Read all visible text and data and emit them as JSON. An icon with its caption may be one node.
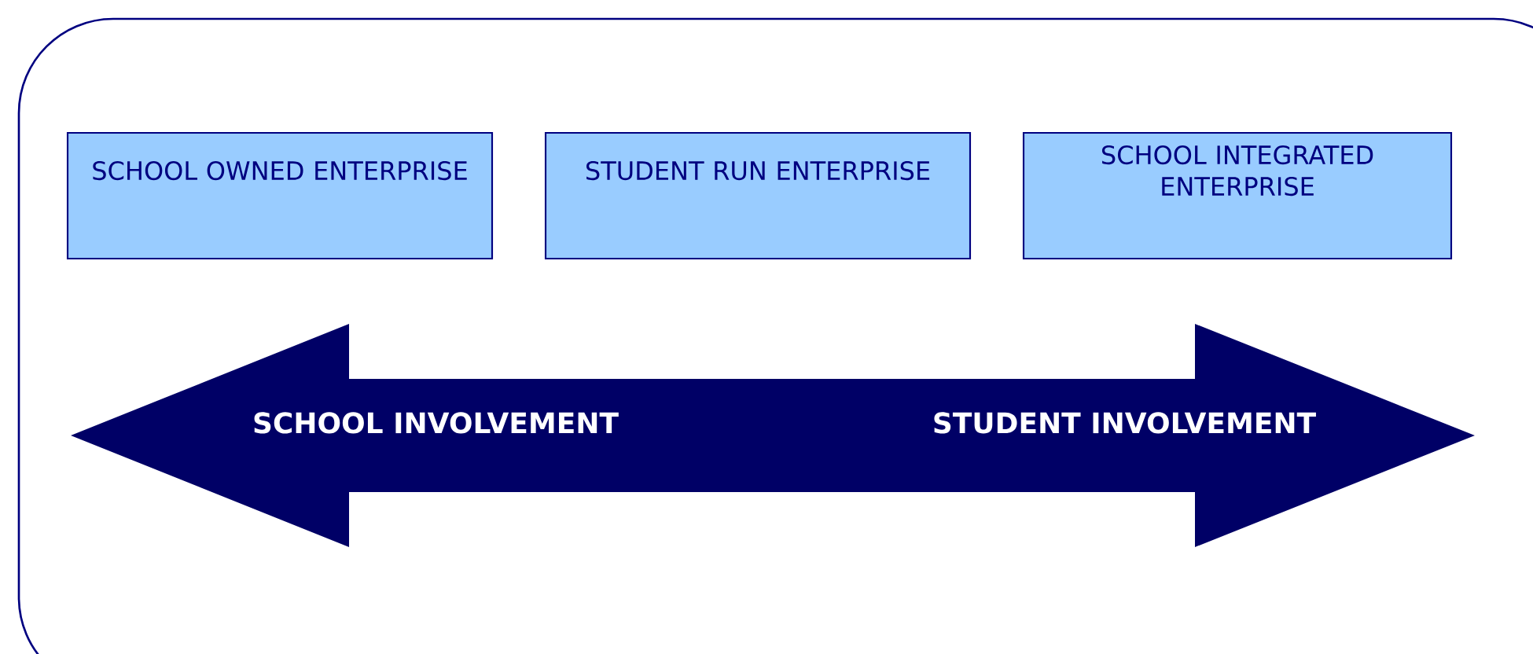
{
  "diagram": {
    "nodes": [
      {
        "text": [
          "SCHOOL OWNED ENTERPRISE"
        ]
      },
      {
        "text": [
          "STUDENT RUN ENTERPRISE"
        ]
      },
      {
        "text": [
          "SCHOOL INTEGRATED ENTERPRISE"
        ]
      },
      {
        "text": [
          "SCHOOL INVOLVEMENT",
          "STUDENT INVOLVEMENT"
        ]
      }
    ]
  }
}
